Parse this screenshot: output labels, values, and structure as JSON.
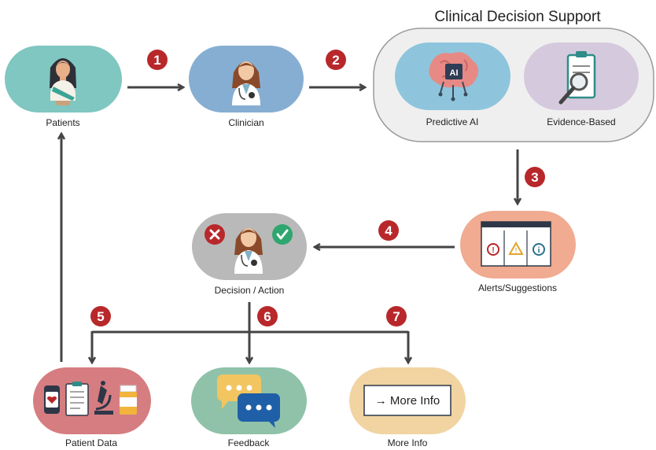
{
  "title": "Clinical Decision Support",
  "nodes": {
    "patients": "Patients",
    "clinician": "Clinician",
    "predictive_ai": "Predictive AI",
    "evidence_based": "Evidence-Based",
    "alerts": "Alerts/Suggestions",
    "decision": "Decision / Action",
    "patient_data": "Patient Data",
    "feedback": "Feedback",
    "more_info": "More Info"
  },
  "more_info_button": "→ More Info",
  "ai_chip": "AI",
  "steps": [
    "1",
    "2",
    "3",
    "4",
    "5",
    "6",
    "7"
  ],
  "colors": {
    "step_badge": "#b8282b",
    "patients_bg": "#7fc7c0",
    "clinician_bg": "#86aed2",
    "predictive_bg": "#8ec5dc",
    "evidence_bg": "#d5c9de",
    "alerts_bg": "#f0ab91",
    "decision_bg": "#b9b9b9",
    "patient_data_bg": "#d67d81",
    "feedback_bg": "#8fc2a9",
    "more_info_bg": "#f1d4a2"
  }
}
